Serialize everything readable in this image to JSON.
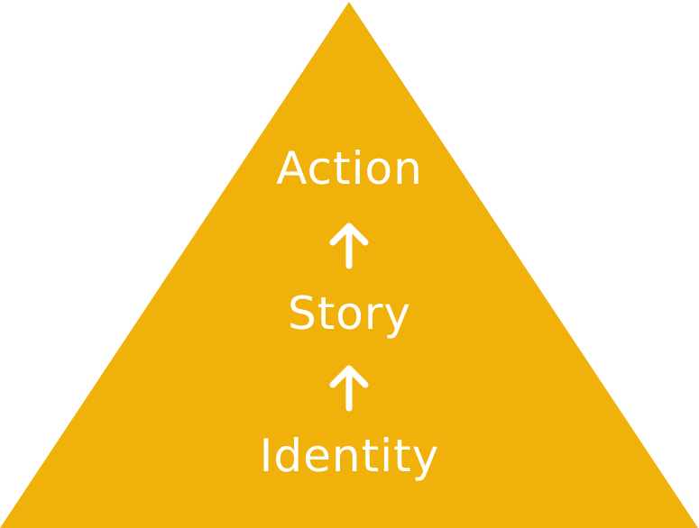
{
  "pyramid": {
    "fill_color": "#f0b20a",
    "text_color": "#ffffff",
    "levels": {
      "top": "Action",
      "middle": "Story",
      "bottom": "Identity"
    },
    "arrows": {
      "upper_icon": "arrow-up-icon",
      "lower_icon": "arrow-up-icon"
    }
  }
}
